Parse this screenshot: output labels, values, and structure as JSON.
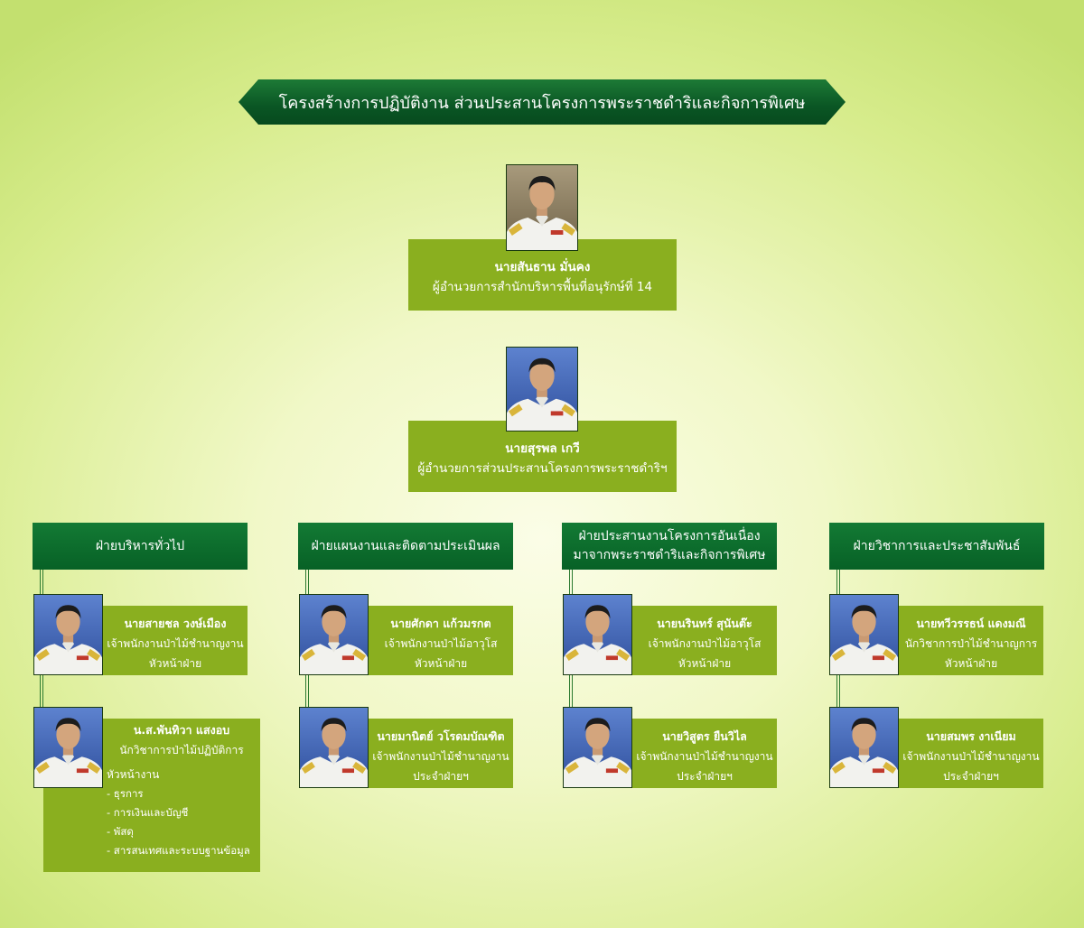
{
  "title": "โครงสร้างการปฏิบัติงาน ส่วนประสานโครงการพระราชดำริและกิจการพิเศษ",
  "colors": {
    "dark_green": "#0a5624",
    "box_green": "#8aaf1f",
    "line_green": "#2b7a2f"
  },
  "top_director": {
    "name": "นายสันธาน มั่นคง",
    "position": "ผู้อำนวยการสำนักบริหารพื้นที่อนุรักษ์ที่ 14"
  },
  "section_director": {
    "name": "นายสุรพล เกวี",
    "position": "ผู้อำนวยการส่วนประสานโครงการพระราชดำริฯ"
  },
  "departments": [
    {
      "title_lines": [
        "ฝ่ายบริหารทั่วไป"
      ],
      "people": [
        {
          "name": "นายสายชล  วงษ์เมือง",
          "position": "เจ้าพนักงานป่าไม้ชำนาญงาน",
          "role": "หัวหน้าฝ่าย"
        },
        {
          "name": "น.ส.พันทิวา แสงอบ",
          "position": "นักวิชาการป่าไม้ปฏิบัติการ",
          "role": "หัวหน้างาน",
          "duties": [
            "- ธุรการ",
            "- การเงินและบัญชี",
            "- พัสดุ",
            "- สารสนเทศและระบบฐานข้อมูล"
          ]
        }
      ]
    },
    {
      "title_lines": [
        "ฝ่ายแผนงานและติดตามประเมินผล"
      ],
      "people": [
        {
          "name": "นายศักดา แก้วมรกต",
          "position": "เจ้าพนักงานป่าไม้อาวุโส",
          "role": "หัวหน้าฝ่าย"
        },
        {
          "name": "นายมานิตย์  วโรดมบัณฑิต",
          "position": "เจ้าพนักงานป่าไม้ชำนาญงาน",
          "role": "ประจำฝ่ายฯ"
        }
      ]
    },
    {
      "title_lines": [
        "ฝ่ายประสานงานโครงการอันเนื่อง",
        "มาจากพระราชดำริและกิจการพิเศษ"
      ],
      "people": [
        {
          "name": "นายนรินทร์  สุนันต๊ะ",
          "position": "เจ้าพนักงานป่าไม้อาวุโส",
          "role": "หัวหน้าฝ่าย"
        },
        {
          "name": "นายวิสูตร ยืนวิไล",
          "position": "เจ้าพนักงานป่าไม้ชำนาญงาน",
          "role": "ประจำฝ่ายฯ"
        }
      ]
    },
    {
      "title_lines": [
        "ฝ่ายวิชาการและประชาสัมพันธ์"
      ],
      "people": [
        {
          "name": "นายทวีวรรธน์ แดงมณี",
          "position": "นักวิชาการป่าไม้ชำนาญการ",
          "role": "หัวหน้าฝ่าย"
        },
        {
          "name": "นายสมพร งาเนียม",
          "position": "เจ้าพนักงานป่าไม้ชำนาญงาน",
          "role": "ประจำฝ่ายฯ"
        }
      ]
    }
  ]
}
